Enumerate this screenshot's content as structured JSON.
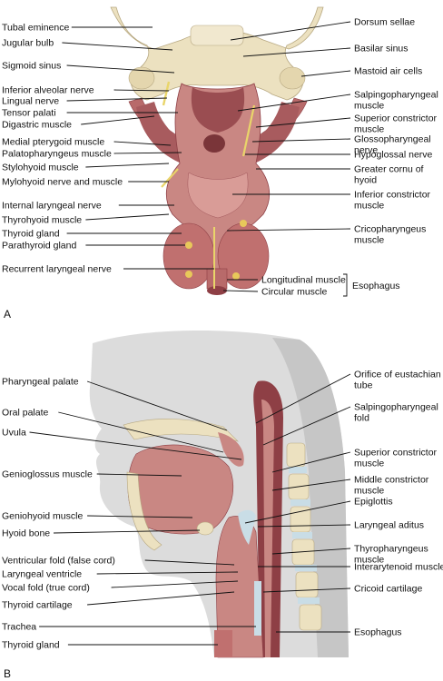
{
  "figure": {
    "panels": [
      "A",
      "B"
    ],
    "panel_a": {
      "left_labels": [
        "Tubal eminence",
        "Jugular bulb",
        "Sigmoid sinus",
        "Inferior alveolar nerve",
        "Lingual nerve",
        "Tensor palati",
        "Digastric muscle",
        "Medial pterygoid muscle",
        "Palatopharyngeus muscle",
        "Stylohyoid muscle",
        "Mylohyoid nerve and muscle",
        "Internal laryngeal nerve",
        "Thyrohyoid muscle",
        "Thyroid gland",
        "Parathyroid gland",
        "Recurrent laryngeal nerve"
      ],
      "right_labels": [
        [
          "Dorsum sellae"
        ],
        [
          "Basilar sinus"
        ],
        [
          "Mastoid air cells"
        ],
        [
          "Salpingopharyngeal",
          "muscle"
        ],
        [
          "Superior constrictor",
          "muscle"
        ],
        [
          "Glossopharyngeal",
          "nerve"
        ],
        [
          "Hypoglossal nerve"
        ],
        [
          "Greater cornu of",
          "hyoid"
        ],
        [
          "Inferior constrictor",
          "muscle"
        ],
        [
          "Cricopharyngeus",
          "muscle"
        ],
        [
          "Longitudinal muscle"
        ],
        [
          "Circular muscle"
        ]
      ],
      "esophagus_label": "Esophagus"
    },
    "panel_b": {
      "left_labels": [
        "Pharyngeal palate",
        "Oral palate",
        "Uvula",
        "Genioglossus muscle",
        "Geniohyoid muscle",
        "Hyoid bone",
        "Ventricular fold (false cord)",
        "Laryngeal ventricle",
        "Vocal fold (true cord)",
        "Thyroid cartilage",
        "Trachea",
        "Thyroid gland"
      ],
      "right_labels": [
        [
          "Orifice of eustachian",
          "tube"
        ],
        [
          "Salpingopharyngeal",
          "fold"
        ],
        [
          "Superior constrictor",
          "muscle"
        ],
        [
          "Middle constrictor",
          "muscle"
        ],
        [
          "Epiglottis"
        ],
        [
          "Laryngeal aditus"
        ],
        [
          "Thyropharyngeus",
          "muscle"
        ],
        [
          "Interarytenoid muscle"
        ],
        [
          "Cricoid cartilage"
        ],
        [
          "Esophagus"
        ]
      ]
    },
    "colors": {
      "muscle": "#b86a6a",
      "muscle_light": "#d4938d",
      "muscle_dark": "#8e3f45",
      "bone": "#ece1c0",
      "nerve": "#e9d56a",
      "gland": "#c0706f",
      "skin": "#dedede",
      "skin_dark": "#b8b8b8",
      "cartilage": "#c9dde6"
    }
  }
}
